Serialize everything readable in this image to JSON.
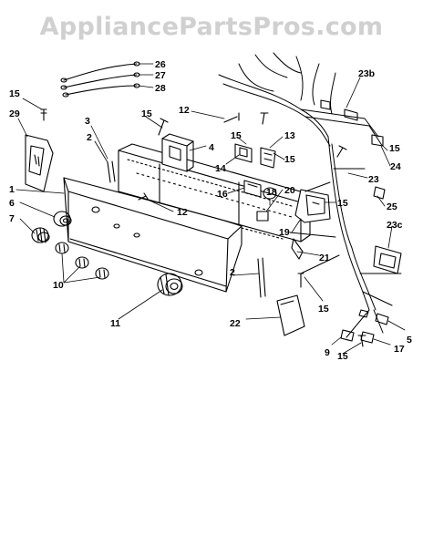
{
  "watermark": "AppliancePartsPros.com",
  "labels": [
    "26",
    "27",
    "28",
    "15",
    "29",
    "3",
    "2",
    "15",
    "12",
    "15",
    "4",
    "13",
    "23b",
    "15",
    "24",
    "14",
    "16",
    "15",
    "23",
    "1",
    "6",
    "7",
    "12",
    "18",
    "20",
    "15",
    "25",
    "23c",
    "19",
    "21",
    "10",
    "2",
    "15",
    "11",
    "22",
    "5",
    "9",
    "15",
    "17"
  ]
}
